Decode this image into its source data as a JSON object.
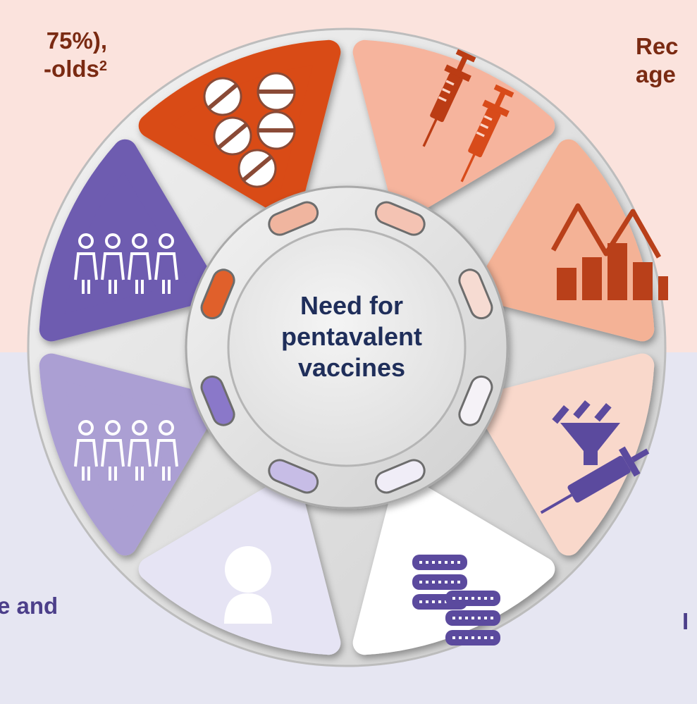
{
  "background": {
    "top_color": "#fbe3dd",
    "bottom_color": "#e6e6f2"
  },
  "corner_texts": {
    "top_left_line1": "75%),",
    "top_left_line2": "-olds",
    "top_left_sup": "2",
    "top_right_line1": "Rec",
    "top_right_line2": "age",
    "bottom_left": "e and",
    "bottom_right": "I"
  },
  "center": {
    "line1": "Need for",
    "line2": "pentavalent",
    "line3": "vaccines"
  },
  "segments": [
    {
      "icon": "pills-icon",
      "color": "#f6b49d"
    },
    {
      "icon": "syringes-icon",
      "color": "#f4b296"
    },
    {
      "icon": "chart-trend-icon",
      "color": "#f9d8cb"
    },
    {
      "icon": "vaccine-funnel-icon",
      "color": "#ffffff"
    },
    {
      "icon": "coins-icon",
      "color": "#e6e4f4"
    },
    {
      "icon": "person-icon",
      "color": "#ab9fd3"
    },
    {
      "icon": "group-people-icon",
      "color": "#6e5bb0"
    },
    {
      "icon": "group-people-icon",
      "color": "#d94b17"
    }
  ],
  "capsule_colors": [
    "#f0b59f",
    "#f4c3b3",
    "#f6dbd2",
    "#f5f2f7",
    "#f0edf7",
    "#c7bde6",
    "#8a78c9",
    "#e0602b"
  ],
  "icon_colors": {
    "orange_dark": "#bb3c14",
    "purple_dark": "#5b4a9e",
    "white": "#ffffff"
  }
}
